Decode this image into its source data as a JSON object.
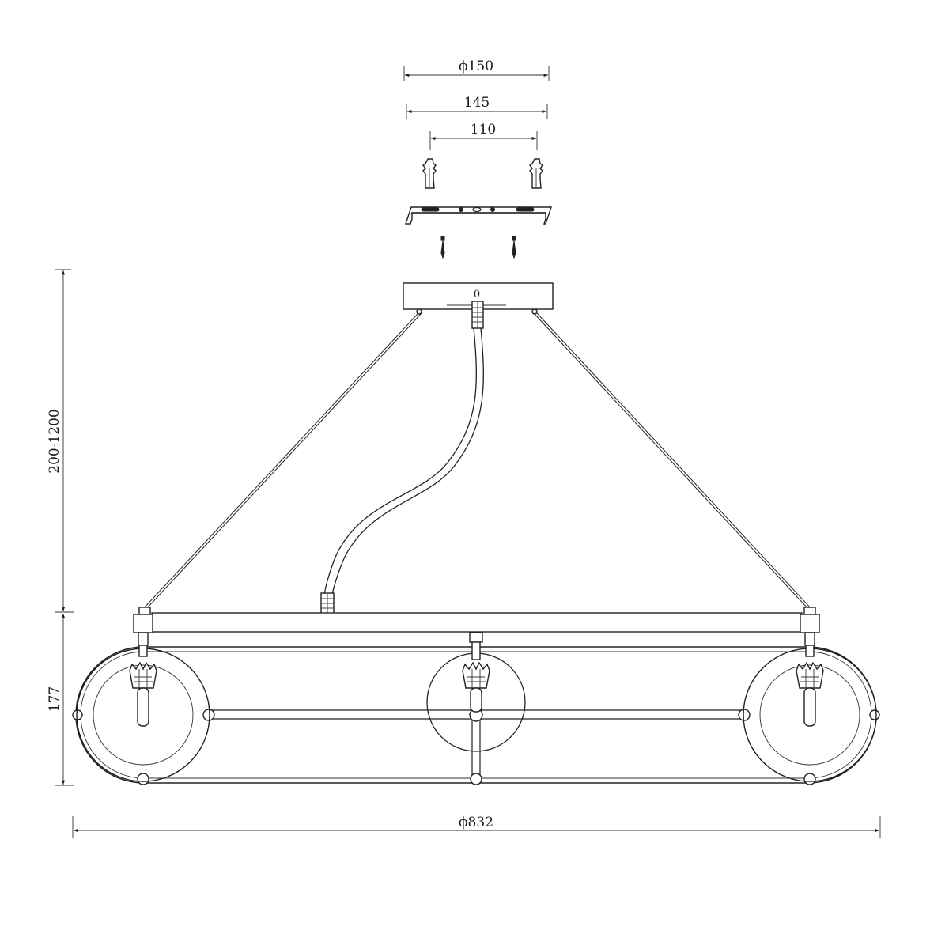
{
  "dimensions": {
    "bracket_outer": "ϕ150",
    "bracket_mid": "145",
    "bracket_inner": "110",
    "height_range": "200-1200",
    "body_height": "177",
    "overall_diameter": "ϕ832"
  },
  "canopy_mark": "0"
}
